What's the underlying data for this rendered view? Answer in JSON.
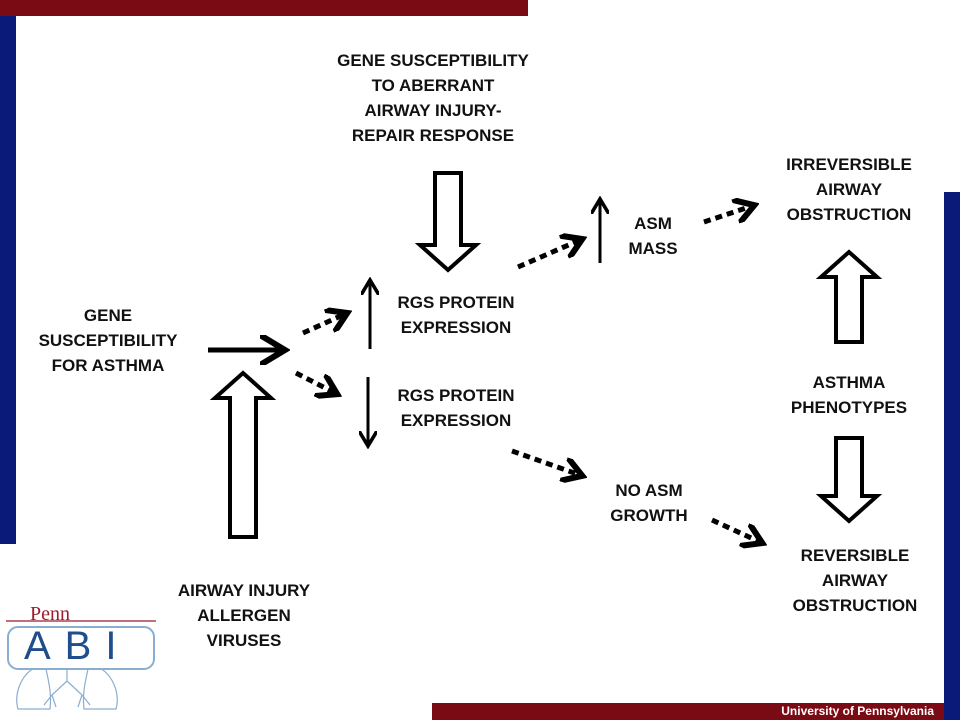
{
  "colors": {
    "top_bar": "#7a0a14",
    "side_bar": "#0a1a78",
    "footer_bar": "#7a0a14"
  },
  "labels": {
    "gene_susceptibility_aberrant": [
      "GENE SUSCEPTIBILITY",
      "TO ABERRANT",
      "AIRWAY INJURY-",
      "REPAIR RESPONSE"
    ],
    "irreversible": [
      "IRREVERSIBLE",
      "AIRWAY",
      "OBSTRUCTION"
    ],
    "asm_mass": [
      "ASM",
      "MASS"
    ],
    "rgs_up": [
      "RGS PROTEIN",
      "EXPRESSION"
    ],
    "rgs_down": [
      "RGS PROTEIN",
      "EXPRESSION"
    ],
    "gene_asthma": [
      "GENE",
      "SUSCEPTIBILITY",
      "FOR ASTHMA"
    ],
    "asthma_phenotypes": [
      "ASTHMA",
      "PHENOTYPES"
    ],
    "no_asm_growth": [
      "NO ASM",
      "GROWTH"
    ],
    "reversible": [
      "REVERSIBLE",
      "AIRWAY",
      "OBSTRUCTION"
    ],
    "airway_injury": [
      "AIRWAY INJURY",
      "ALLERGEN",
      "VIRUSES"
    ]
  },
  "logo": {
    "penn": "Penn",
    "abi": "ABI"
  },
  "footer": "University of Pennsylvania"
}
